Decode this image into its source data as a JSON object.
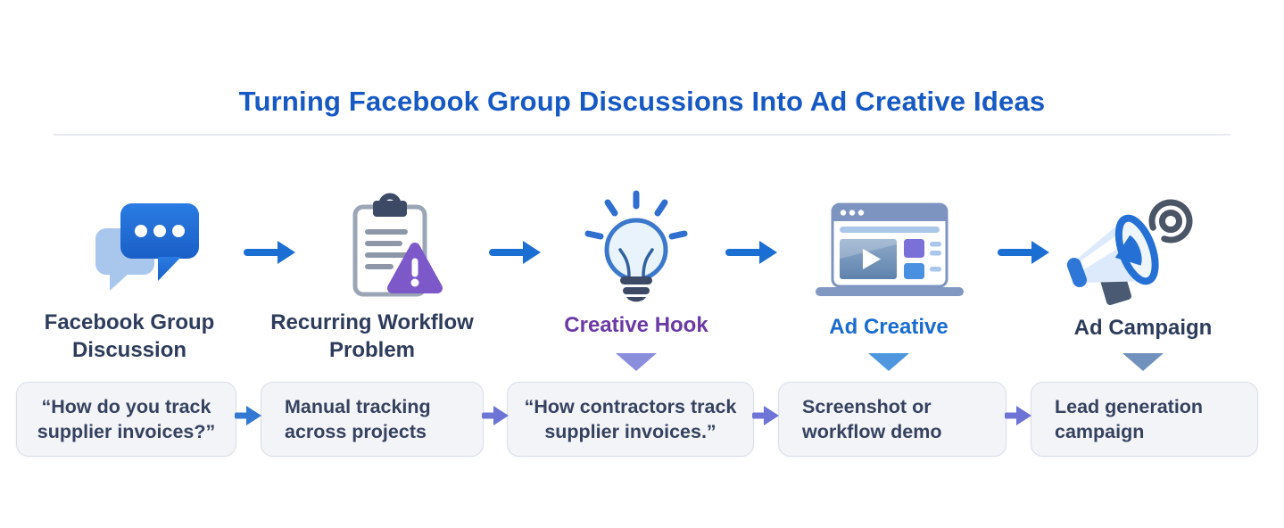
{
  "title": "Turning Facebook Group Discussions Into Ad Creative Ideas",
  "colors": {
    "title_blue": "#1659c4",
    "navy_text": "#2e3c5c",
    "purple_text": "#6b3aa5",
    "blue_text": "#1a6bd0",
    "top_arrow_blue": "#1c6fd2",
    "bottom_arrow_blue": "#3379d4",
    "bottom_arrow_indigo": "#6d74d6",
    "chevron_purple": "#8b8edb",
    "chevron_blue": "#4e97de",
    "chevron_steel": "#7191bd",
    "note_box_bg": "#f3f4f8",
    "note_box_border": "#dadee7",
    "warning_purple": "#7c58c8",
    "facebook_blue": "#1f6fd8"
  },
  "stages": [
    {
      "label": "Facebook Group Discussion",
      "icon": "chat-bubbles-icon",
      "note": "“How do you track supplier invoices?”"
    },
    {
      "label": "Recurring Workflow Problem",
      "icon": "clipboard-warning-icon",
      "note": "Manual tracking across projects"
    },
    {
      "label": "Creative Hook",
      "icon": "lightbulb-icon",
      "note": "“How contractors track supplier invoices.”"
    },
    {
      "label": "Ad Creative",
      "icon": "ad-browser-video-icon",
      "note": "Screenshot or workflow demo"
    },
    {
      "label": "Ad Campaign",
      "icon": "megaphone-icon",
      "note": "Lead generation campaign"
    }
  ]
}
